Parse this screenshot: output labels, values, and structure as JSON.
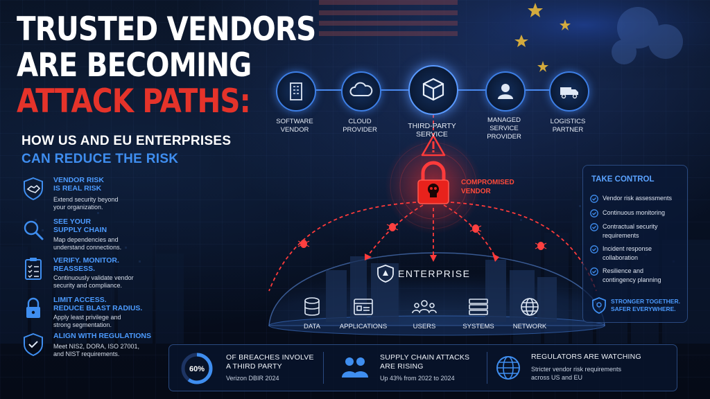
{
  "headline": {
    "line1": "TRUSTED VENDORS",
    "line2": "ARE BECOMING",
    "line3": "ATTACK PATHS:",
    "sub1": "HOW US AND EU ENTERPRISES",
    "sub2": "CAN REDUCE THE RISK"
  },
  "left_items": [
    {
      "title1": "VENDOR RISK",
      "title2": "IS REAL RISK",
      "desc1": "Extend security beyond",
      "desc2": "your organization.",
      "icon": "handshake-icon"
    },
    {
      "title1": "SEE YOUR",
      "title2": "SUPPLY CHAIN",
      "desc1": "Map dependencies and",
      "desc2": "understand connections.",
      "icon": "magnifier-icon"
    },
    {
      "title1": "VERIFY. MONITOR.",
      "title2": "REASSESS.",
      "desc1": "Continuously validate vendor",
      "desc2": "security and compliance.",
      "icon": "checklist-icon"
    },
    {
      "title1": "LIMIT ACCESS.",
      "title2": "REDUCE BLAST RADIUS.",
      "desc1": "Apply least privilege and",
      "desc2": "strong segmentation.",
      "icon": "padlock-icon"
    },
    {
      "title1": "ALIGN WITH REGULATIONS",
      "title2": "",
      "desc1": "Meet NIS2, DORA, ISO 27001,",
      "desc2": "and NIST requirements.",
      "icon": "shield-check-icon"
    }
  ],
  "vendors": [
    {
      "line1": "SOFTWARE",
      "line2": "VENDOR",
      "line3": "",
      "icon": "building-icon"
    },
    {
      "line1": "CLOUD",
      "line2": "PROVIDER",
      "line3": "",
      "icon": "cloud-icon"
    },
    {
      "line1": "THIRD-PARTY",
      "line2": "SERVICE",
      "line3": "",
      "icon": "box-icon"
    },
    {
      "line1": "MANAGED",
      "line2": "SERVICE",
      "line3": "PROVIDER",
      "icon": "person-icon"
    },
    {
      "line1": "LOGISTICS",
      "line2": "PARTNER",
      "line3": "",
      "icon": "truck-icon"
    }
  ],
  "compromised": {
    "line1": "COMPROMISED",
    "line2": "VENDOR"
  },
  "enterprise": {
    "title": "ENTERPRISE",
    "assets": [
      {
        "label": "DATA",
        "icon": "database-icon"
      },
      {
        "label": "APPLICATIONS",
        "icon": "app-window-icon"
      },
      {
        "label": "USERS",
        "icon": "users-icon"
      },
      {
        "label": "SYSTEMS",
        "icon": "server-icon"
      },
      {
        "label": "NETWORK",
        "icon": "globe-icon"
      }
    ]
  },
  "take_control": {
    "title": "TAKE CONTROL",
    "items": [
      {
        "line1": "Vendor risk assessments",
        "line2": ""
      },
      {
        "line1": "Continuous monitoring",
        "line2": ""
      },
      {
        "line1": "Contractual security",
        "line2": "requirements"
      },
      {
        "line1": "Incident response",
        "line2": "collaboration"
      },
      {
        "line1": "Resilience and",
        "line2": "contingency planning"
      }
    ],
    "footer1": "STRONGER TOGETHER.",
    "footer2": "SAFER EVERYWHERE."
  },
  "stats": [
    {
      "value": "60%",
      "percent": 60,
      "title1": "OF BREACHES INVOLVE",
      "title2": "A THIRD PARTY",
      "desc1": "Verizon DBIR 2024",
      "desc2": ""
    },
    {
      "title1": "SUPPLY CHAIN ATTACKS",
      "title2": "ARE RISING",
      "desc1": "Up 43% from 2022 to 2024",
      "desc2": "",
      "icon": "group-icon"
    },
    {
      "title1": "REGULATORS ARE WATCHING",
      "title2": "",
      "desc1": "Stricter vendor risk requirements",
      "desc2": "across US and EU",
      "icon": "globe-icon"
    }
  ],
  "colors": {
    "accent_blue": "#3f8ef0",
    "alert_red": "#e5332a",
    "background": "#050b18"
  }
}
